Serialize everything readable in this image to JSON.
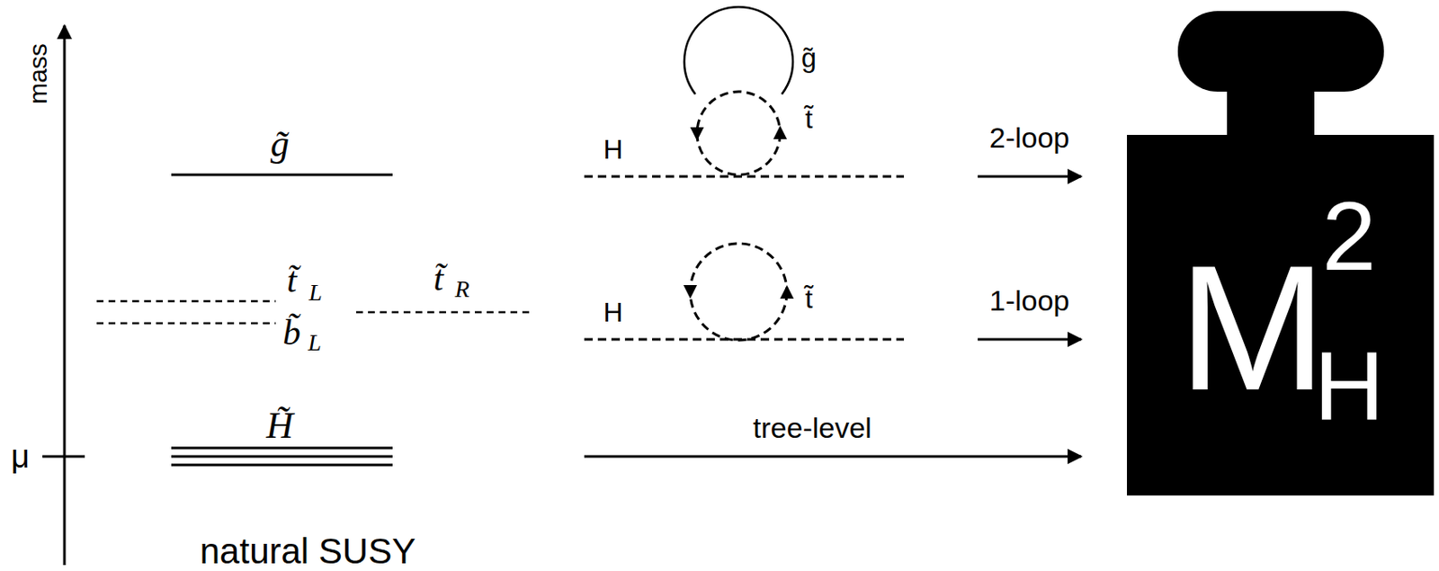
{
  "diagram": {
    "nodes": [
      {
        "text": [
          "M",
          "2",
          "H"
        ]
      }
    ],
    "labels": [
      "mass",
      "μ",
      "g̃",
      "t̃",
      "L",
      "b̃",
      "L",
      "t̃",
      "R",
      "H̃",
      "natural SUSY",
      "H",
      "g̃",
      "t̃",
      "H",
      "t̃",
      "2-loop",
      "1-loop",
      "tree-level"
    ]
  }
}
